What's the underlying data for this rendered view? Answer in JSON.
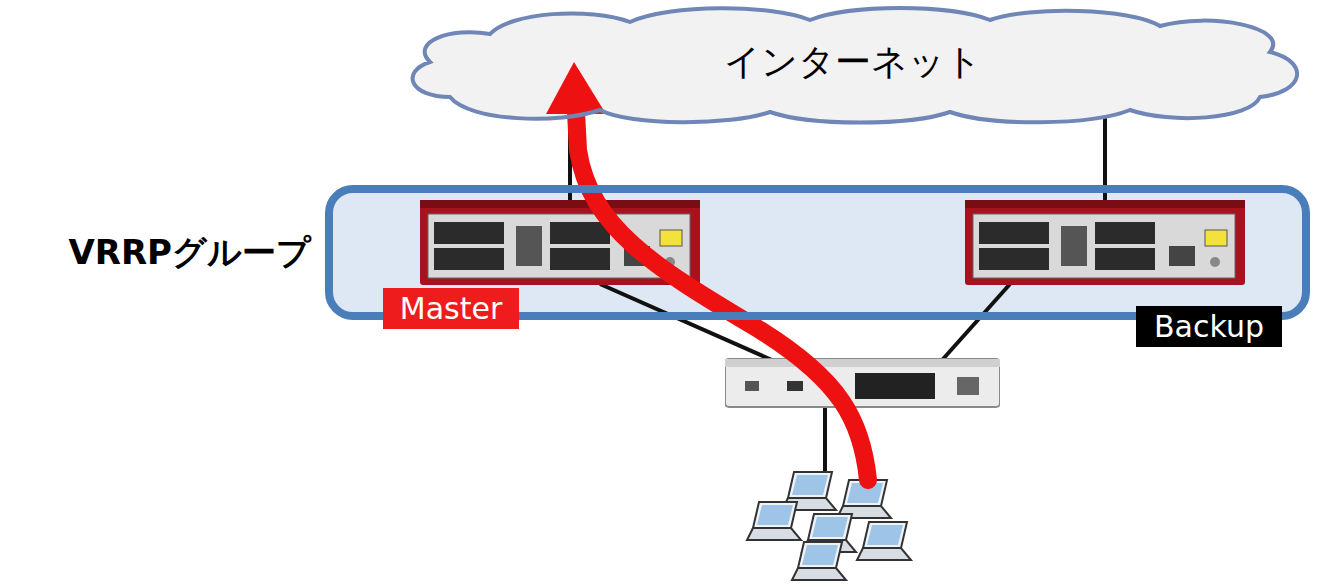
{
  "diagram": {
    "nodes": [
      {
        "text": [
          "インターネット"
        ]
      },
      {
        "text": [
          "VRRPグループ"
        ]
      },
      {
        "text": [
          "Master"
        ],
        "in": 1
      },
      {
        "text": [
          "Backup"
        ],
        "in": 1
      }
    ]
  }
}
